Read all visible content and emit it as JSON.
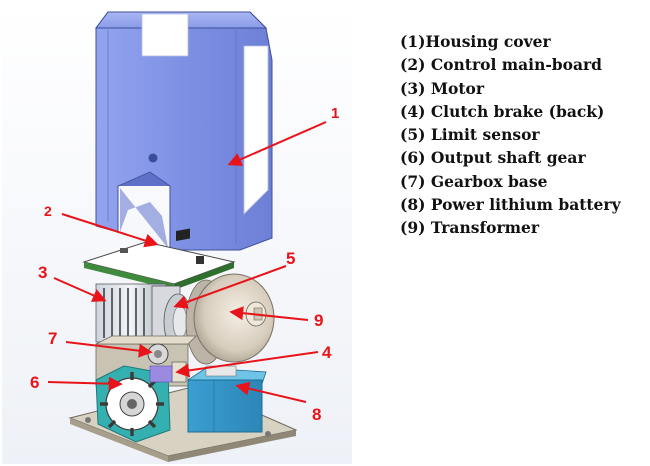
{
  "diagram": {
    "callouts": [
      {
        "number": "1",
        "part": "housing-cover"
      },
      {
        "number": "2",
        "part": "control-main-board"
      },
      {
        "number": "3",
        "part": "motor"
      },
      {
        "number": "4",
        "part": "clutch-brake"
      },
      {
        "number": "5",
        "part": "limit-sensor"
      },
      {
        "number": "6",
        "part": "output-shaft-gear"
      },
      {
        "number": "7",
        "part": "gearbox-base"
      },
      {
        "number": "8",
        "part": "power-lithium-battery"
      },
      {
        "number": "9",
        "part": "transformer"
      }
    ]
  },
  "legend": {
    "items": [
      "(1)Housing cover",
      "(2) Control main-board",
      "(3) Motor",
      "(4) Clutch brake (back)",
      "(5) Limit sensor",
      "(6) Output shaft gear",
      "(7) Gearbox base",
      "(8) Power lithium battery",
      "(9) Transformer"
    ]
  },
  "colors": {
    "callout": "#e8141a",
    "housing": "#7f93e6",
    "board": "#3f8a3c",
    "battery": "#3ea8d6",
    "teal_gear": "#34b0b0",
    "base": "#b9b2a0"
  }
}
